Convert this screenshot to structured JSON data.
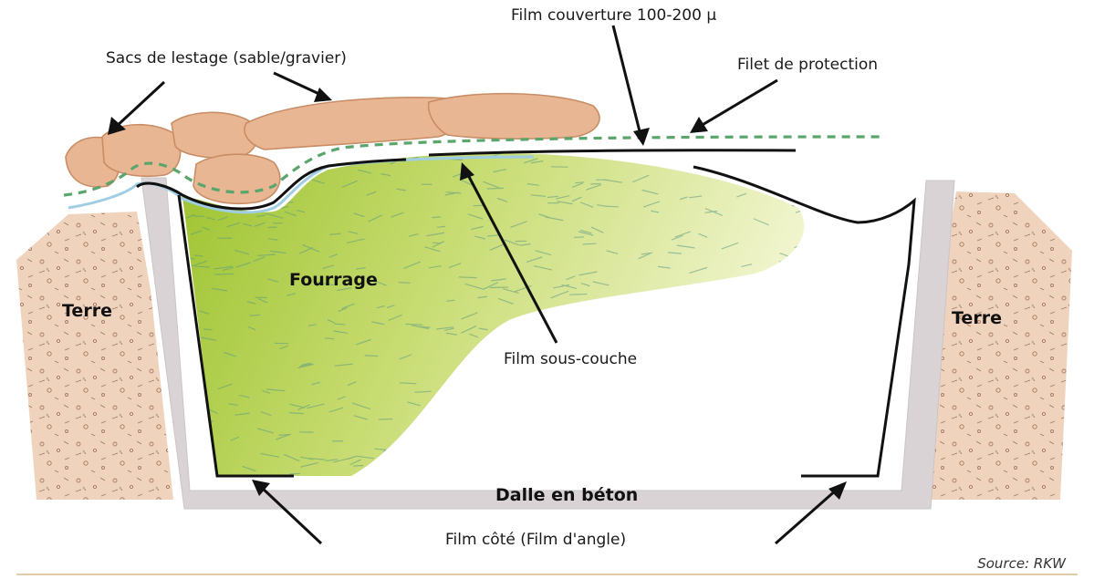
{
  "labels": {
    "sacs_lestage": "Sacs de lestage (sable/gravier)",
    "film_couverture": "Film couverture 100-200 μ",
    "filet_protection": "Filet de protection",
    "fourrage": "Fourrage",
    "terre_left": "Terre",
    "terre_right": "Terre",
    "film_sous_couche": "Film sous-couche",
    "dalle_beton": "Dalle en béton",
    "film_cote": "Film côté (Film d'angle)"
  },
  "source": "Source: RKW",
  "colors": {
    "forage_dark": "#9dc330",
    "forage_light": "#eef3c2",
    "soil": "#f0d3bd",
    "bags": "#e9b693",
    "bag_stroke": "#c98d66",
    "concrete": "#d9d3d6",
    "net": "#5aa56b",
    "underlay": "#9fcde3",
    "film": "#111111",
    "rule": "#d9b98c"
  }
}
